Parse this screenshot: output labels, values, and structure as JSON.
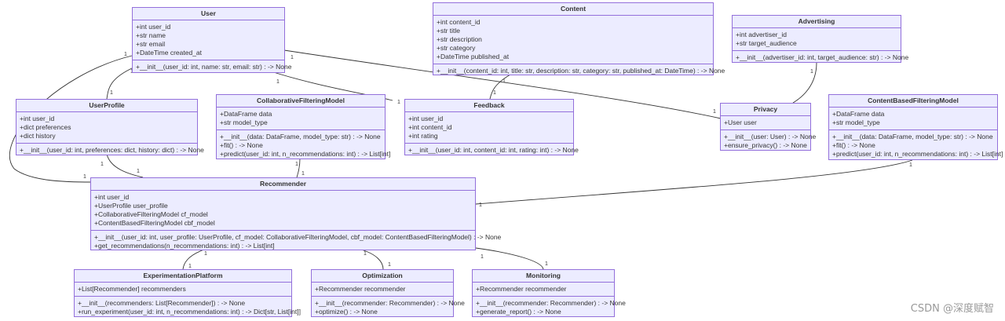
{
  "classes": {
    "user": {
      "name": "User",
      "attributes": [
        "+int user_id",
        "+str name",
        "+str email",
        "+DateTime created_at"
      ],
      "methods": [
        "+__init__(user_id: int, name: str, email: str) : -> None"
      ]
    },
    "content": {
      "name": "Content",
      "attributes": [
        "+int content_id",
        "+str title",
        "+str description",
        "+str category",
        "+DateTime published_at"
      ],
      "methods": [
        "+__init__(content_id: int, title: str, description: str, category: str, published_at: DateTime) : -> None"
      ]
    },
    "advertising": {
      "name": "Advertising",
      "attributes": [
        "+int advertiser_id",
        "+str target_audience"
      ],
      "methods": [
        "+__init__(advertiser_id: int, target_audience: str) : -> None"
      ]
    },
    "userprofile": {
      "name": "UserProfile",
      "attributes": [
        "+int user_id",
        "+dict preferences",
        "+dict history"
      ],
      "methods": [
        "+__init__(user_id: int, preferences: dict, history: dict) : -> None"
      ]
    },
    "cfmodel": {
      "name": "CollaborativeFilteringModel",
      "attributes": [
        "+DataFrame data",
        "+str model_type"
      ],
      "methods": [
        "+__init__(data: DataFrame, model_type: str) : -> None",
        "+fit() : -> None",
        "+predict(user_id: int, n_recommendations: int) : -> List[int]"
      ]
    },
    "feedback": {
      "name": "Feedback",
      "attributes": [
        "+int user_id",
        "+int content_id",
        "+int rating"
      ],
      "methods": [
        "+__init__(user_id: int, content_id: int, rating: int) : -> None"
      ]
    },
    "privacy": {
      "name": "Privacy",
      "attributes": [
        "+User user"
      ],
      "methods": [
        "+__init__(user: User) : -> None",
        "+ensure_privacy() : -> None"
      ]
    },
    "cbfmodel": {
      "name": "ContentBasedFilteringModel",
      "attributes": [
        "+DataFrame data",
        "+str model_type"
      ],
      "methods": [
        "+__init__(data: DataFrame, model_type: str) : -> None",
        "+fit() : -> None",
        "+predict(user_id: int, n_recommendations: int) : -> List[int]"
      ]
    },
    "recommender": {
      "name": "Recommender",
      "attributes": [
        "+int user_id",
        "+UserProfile user_profile",
        "+CollaborativeFilteringModel cf_model",
        "+ContentBasedFilteringModel cbf_model"
      ],
      "methods": [
        "+__init__(user_id: int, user_profile: UserProfile, cf_model: CollaborativeFilteringModel, cbf_model: ContentBasedFilteringModel) : -> None",
        "+get_recommendations(n_recommendations: int) : -> List[int]"
      ]
    },
    "experiment": {
      "name": "ExperimentationPlatform",
      "attributes": [
        "+List[Recommender] recommenders"
      ],
      "methods": [
        "+__init__(recommenders: List[Recommender]) : -> None",
        "+run_experiment(user_id: int, n_recommendations: int) : -> Dict[str, List[int]]"
      ]
    },
    "optimization": {
      "name": "Optimization",
      "attributes": [
        "+Recommender recommender"
      ],
      "methods": [
        "+__init__(recommender: Recommender) : -> None",
        "+optimize() : -> None"
      ]
    },
    "monitoring": {
      "name": "Monitoring",
      "attributes": [
        "+Recommender recommender"
      ],
      "methods": [
        "+__init__(recommender: Recommender) : -> None",
        "+generate_report() : -> None"
      ]
    }
  },
  "multiplicity": "1",
  "watermark": "CSDN @深度赋智"
}
